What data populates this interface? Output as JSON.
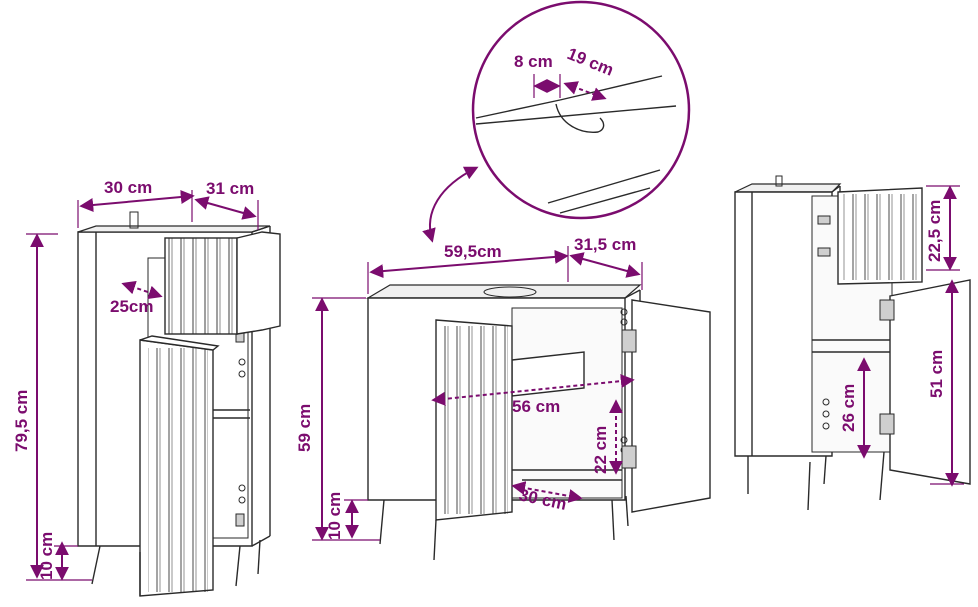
{
  "dimensions": {
    "left_width": "30 cm",
    "left_depth": "31 cm",
    "left_inner_depth": "25cm",
    "left_height": "79,5 cm",
    "left_leg": "10 cm",
    "zoom_hole_a": "8 cm",
    "zoom_hole_b": "19 cm",
    "center_width": "59,5cm",
    "center_depth": "31,5 cm",
    "center_height": "59 cm",
    "center_leg": "10 cm",
    "center_inner_width": "56 cm",
    "center_inner_height": "22 cm",
    "center_inner_depth": "30 cm",
    "right_top": "22,5 cm",
    "right_door": "51 cm",
    "right_shelf": "26 cm"
  },
  "colors": {
    "accent": "#7b0c6e",
    "stroke": "#2a2a2a"
  }
}
